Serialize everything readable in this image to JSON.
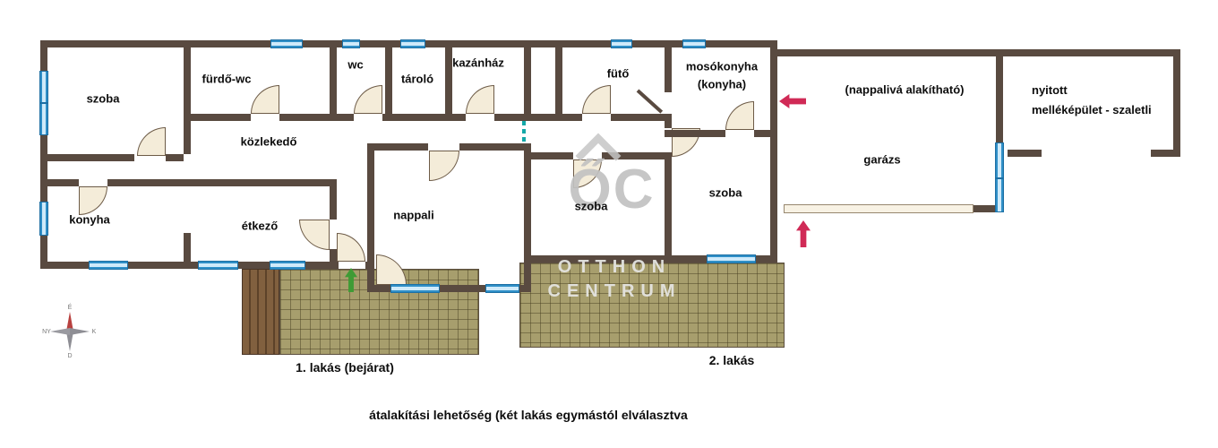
{
  "colors": {
    "wall": "#594a40",
    "window": "#45aadf",
    "door_fill": "#f4ecd9",
    "terrace_tile": "#a79e6d",
    "steps": "#81603f",
    "garage_door": "#f8f2e4",
    "division_dash": "#14a8a8",
    "arrow_red": "#d02a56",
    "arrow_green": "#3f9b35",
    "watermark_gray": "#c6c6c6"
  },
  "rooms": {
    "szoba_top_left": "szoba",
    "furdo_wc": "fürdő-wc",
    "wc": "wc",
    "tarolo": "tároló",
    "kazanhaz": "kazánház",
    "futo": "fütő",
    "mosokonyha": "mosókonyha (konyha)",
    "nappaliva_alakithato": "(nappalivá alakítható)",
    "nyitott_line1": "nyitott",
    "nyitott_line2": "melléképület - szaletli",
    "kozlekedo": "közlekedő",
    "garazs": "garázs",
    "konyha": "konyha",
    "etkezo": "étkező",
    "nappali": "nappali",
    "szoba_middle": "szoba",
    "szoba_right": "szoba"
  },
  "annotations": {
    "apartment1": "1. lakás (bejárat)",
    "apartment2": "2. lakás",
    "caption": "átalakítási lehetőség (két lakás egymástól elválasztva"
  },
  "watermark": {
    "logo": "ŐC",
    "line1": "OTTHON",
    "line2": "CENTRUM"
  },
  "compass": {
    "north": "É",
    "east": "K",
    "south": "D",
    "west": "NY"
  }
}
